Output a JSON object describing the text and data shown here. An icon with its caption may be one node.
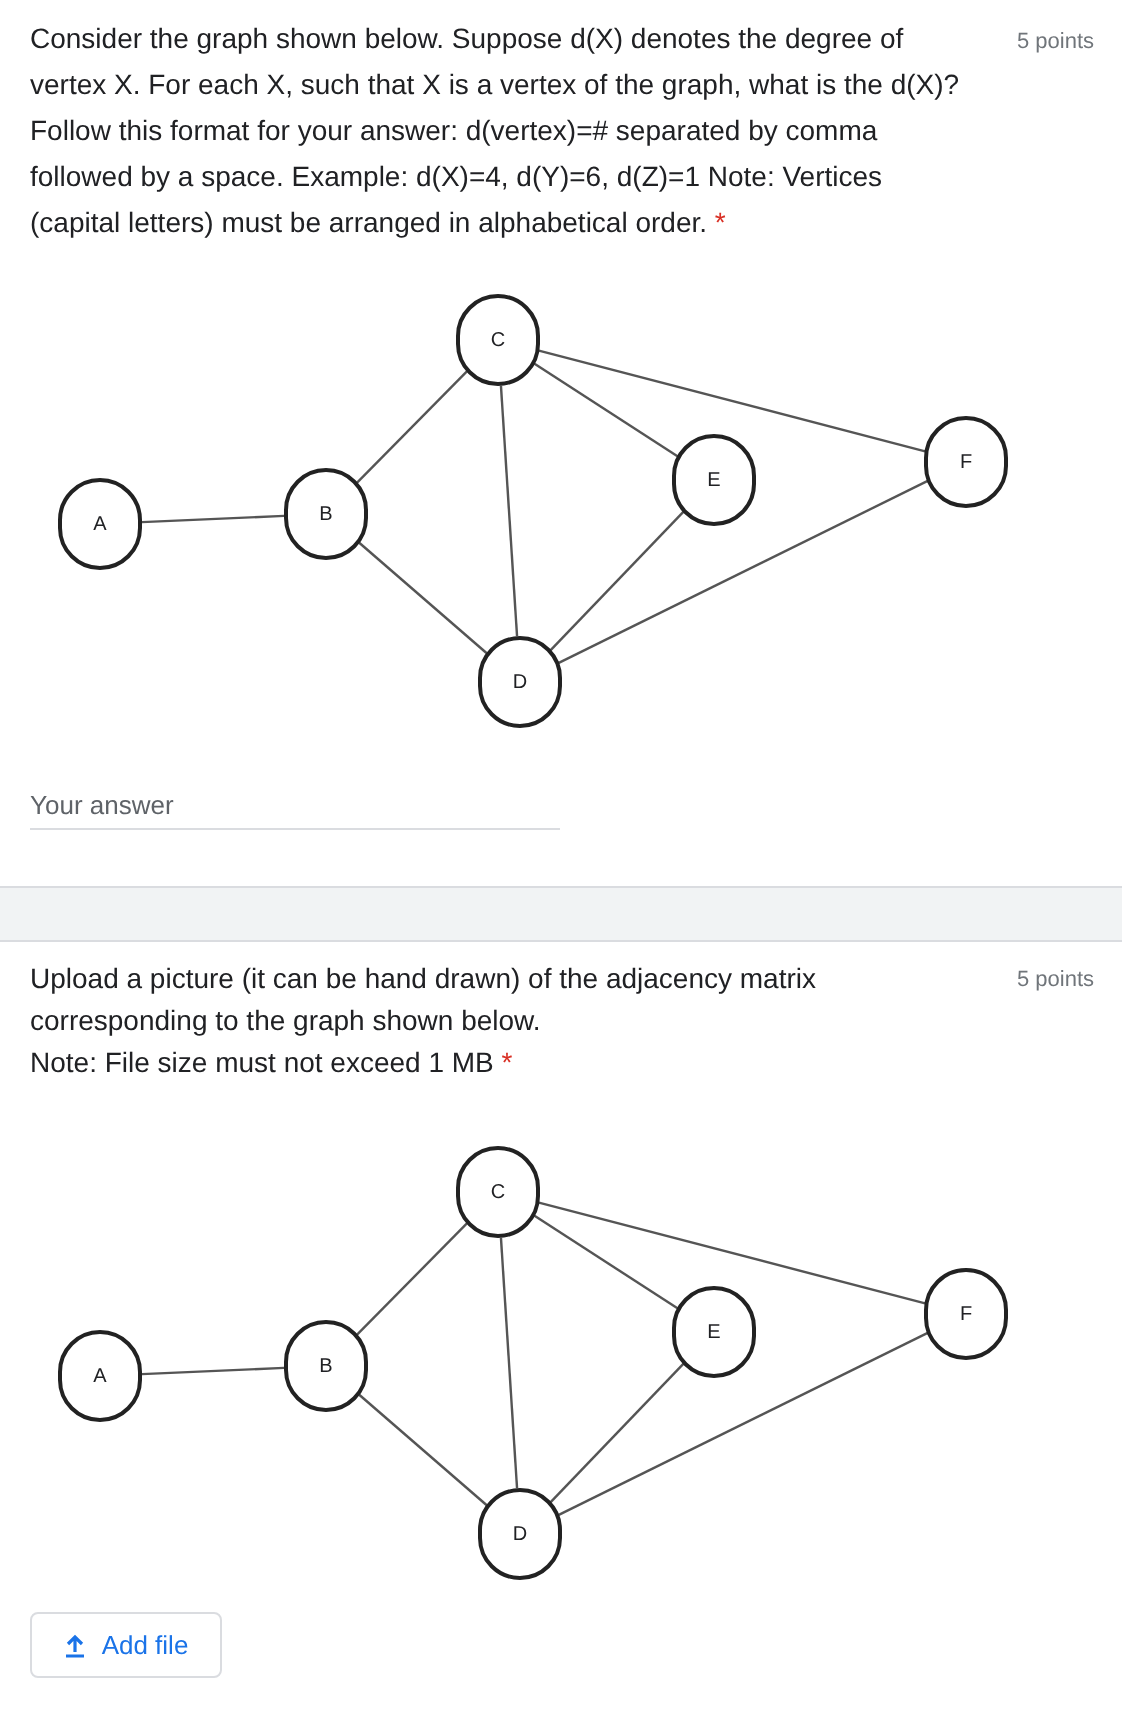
{
  "diagram": {
    "nodes": [
      {
        "text": [
          "A"
        ]
      },
      {
        "text": [
          "B"
        ]
      },
      {
        "text": [
          "C"
        ]
      },
      {
        "text": [
          "D"
        ]
      },
      {
        "text": [
          "E"
        ]
      },
      {
        "text": [
          "F"
        ]
      },
      {
        "text": [
          "A"
        ]
      },
      {
        "text": [
          "B"
        ]
      },
      {
        "text": [
          "C"
        ]
      },
      {
        "text": [
          "D"
        ]
      },
      {
        "text": [
          "E"
        ]
      },
      {
        "text": [
          "F"
        ]
      }
    ],
    "edges": [
      {
        "from": 0,
        "to": 1,
        "arrow": "none"
      },
      {
        "from": 1,
        "to": 2,
        "arrow": "none"
      },
      {
        "from": 1,
        "to": 3,
        "arrow": "none"
      },
      {
        "from": 2,
        "to": 3,
        "arrow": "none"
      },
      {
        "from": 2,
        "to": 4,
        "arrow": "none"
      },
      {
        "from": 2,
        "to": 5,
        "arrow": "none"
      },
      {
        "from": 4,
        "to": 3,
        "arrow": "none"
      },
      {
        "from": 5,
        "to": 3,
        "arrow": "none"
      },
      {
        "from": 6,
        "to": 7,
        "arrow": "none"
      },
      {
        "from": 7,
        "to": 8,
        "arrow": "none"
      },
      {
        "from": 7,
        "to": 9,
        "arrow": "none"
      },
      {
        "from": 8,
        "to": 9,
        "arrow": "none"
      },
      {
        "from": 8,
        "to": 10,
        "arrow": "none"
      },
      {
        "from": 8,
        "to": 11,
        "arrow": "none"
      },
      {
        "from": 10,
        "to": 9,
        "arrow": "none"
      },
      {
        "from": 11,
        "to": 9,
        "arrow": "none"
      }
    ],
    "labels": [
      "Consider the graph shown below. Suppose d(X) denotes the degree of vertex X. For each X, such that X is a vertex of the graph, what is the d(X)? Follow this format for your answer: d(vertex)=# separated by comma followed by a space. Example: d(X)=4, d(Y)=6, d(Z)=1 Note: Vertices (capital letters) must be arranged in alphabetical order.",
      "*",
      "5 points",
      "Your answer",
      "Upload a picture (it can be hand drawn) of the adjacency matrix corresponding to the graph shown below.",
      "Note: File size must not exceed 1 MB",
      "*",
      "5 points",
      "Add file"
    ]
  }
}
